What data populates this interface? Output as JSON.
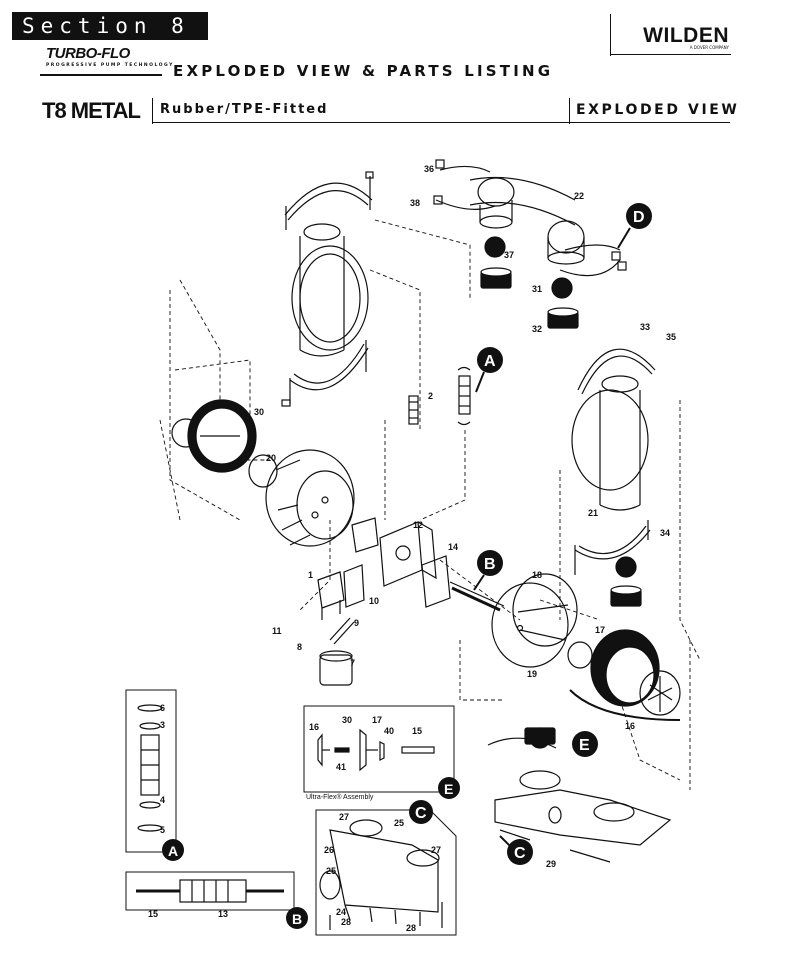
{
  "header": {
    "section": "Section 8",
    "brand": "TURBO-FLO",
    "brand_sub": "PROGRESSIVE PUMP TECHNOLOGY",
    "title": "EXPLODED VIEW & PARTS LISTING",
    "company": "WILDEN",
    "company_sub": "A DOVER COMPANY",
    "model": "T8 METAL",
    "subtitle": "Rubber/TPE-Fitted",
    "view_title": "EXPLODED VIEW"
  },
  "part_labels": {
    "p1": "1",
    "p2": "2",
    "p3": "3",
    "p4": "4",
    "p5": "5",
    "p6": "6",
    "p7": "7",
    "p8": "8",
    "p9": "9",
    "p10": "10",
    "p11": "11",
    "p12": "12",
    "p13": "13",
    "p14": "14",
    "p15": "15",
    "p16": "16",
    "p17": "17",
    "p18": "18",
    "p19": "19",
    "p20": "20",
    "p21": "21",
    "p22": "22",
    "p24": "24",
    "p25": "25",
    "p26": "26",
    "p27": "27",
    "p28": "28",
    "p29": "29",
    "p30": "30",
    "p31": "31",
    "p32": "32",
    "p33": "33",
    "p34": "34",
    "p35": "35",
    "p36": "36",
    "p37": "37",
    "p38": "38",
    "p40": "40",
    "p41": "41"
  },
  "callouts": {
    "A": "A",
    "B": "B",
    "C": "C",
    "D": "D",
    "E": "E"
  },
  "inset": {
    "ultra_flex": "Ultra-Flex® Assembly"
  },
  "colors": {
    "ink": "#111111",
    "paper": "#ffffff",
    "shade": "#c8c8c8"
  }
}
